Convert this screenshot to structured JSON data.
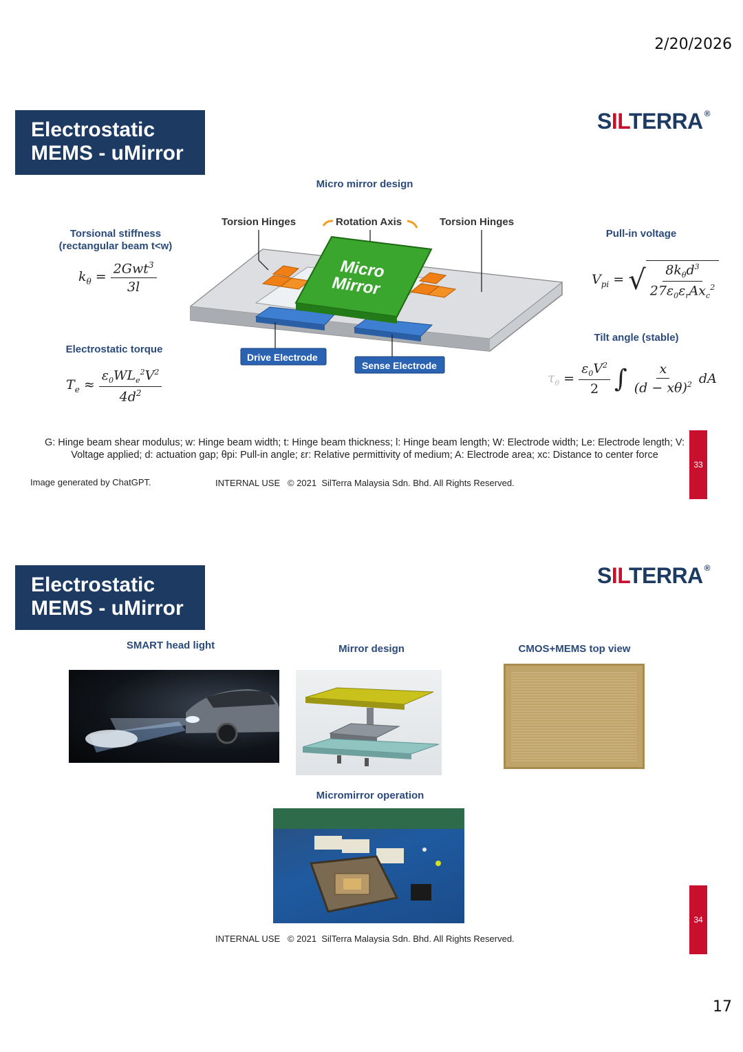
{
  "page": {
    "date": "2/20/2026",
    "number": "17"
  },
  "slide1": {
    "title_line1": "Electrostatic",
    "title_line2": "MEMS - uMirror",
    "logo_pre": "S",
    "logo_mid": "IL",
    "logo_post": "TERRA",
    "logo_reg": "®",
    "figure_title": "Micro mirror design",
    "diagram": {
      "torsion_left": "Torsion Hinges",
      "rotation_axis": "Rotation Axis",
      "torsion_right": "Torsion Hinges",
      "mirror_line1": "Micro",
      "mirror_line2": "Mirror",
      "drive": "Drive Electrode",
      "sense": "Sense Electrode"
    },
    "torsional_stiffness_l1": "Torsional stiffness",
    "torsional_stiffness_l2": "(rectangular beam t<w)",
    "electrostatic_torque": "Electrostatic torque",
    "pull_in_voltage": "Pull-in voltage",
    "tilt_angle": "Tilt angle (stable)",
    "legend": "G: Hinge beam shear modulus; w: Hinge beam width; t: Hinge beam thickness; l: Hinge beam length; W: Electrode width; Le: Electrode length; V: Voltage applied; d: actuation gap; θpi: Pull-in angle; εr: Relative permittivity of medium; A: Electrode area; xc: Distance to center force",
    "credit": "Image generated by ChatGPT.",
    "footer": "INTERNAL USE   © 2021  SilTerra Malaysia Sdn. Bhd. All Rights Reserved.",
    "slide_no": "33"
  },
  "slide2": {
    "title_line1": "Electrostatic",
    "title_line2": "MEMS - uMirror",
    "logo_pre": "S",
    "logo_mid": "IL",
    "logo_post": "TERRA",
    "logo_reg": "®",
    "smart_head_light": "SMART head light",
    "mirror_design": "Mirror design",
    "cmos_mems": "CMOS+MEMS top view",
    "micromirror_operation": "Micromirror operation",
    "footer": "INTERNAL USE   © 2021  SilTerra Malaysia Sdn. Bhd. All Rights Reserved.",
    "slide_no": "34"
  }
}
